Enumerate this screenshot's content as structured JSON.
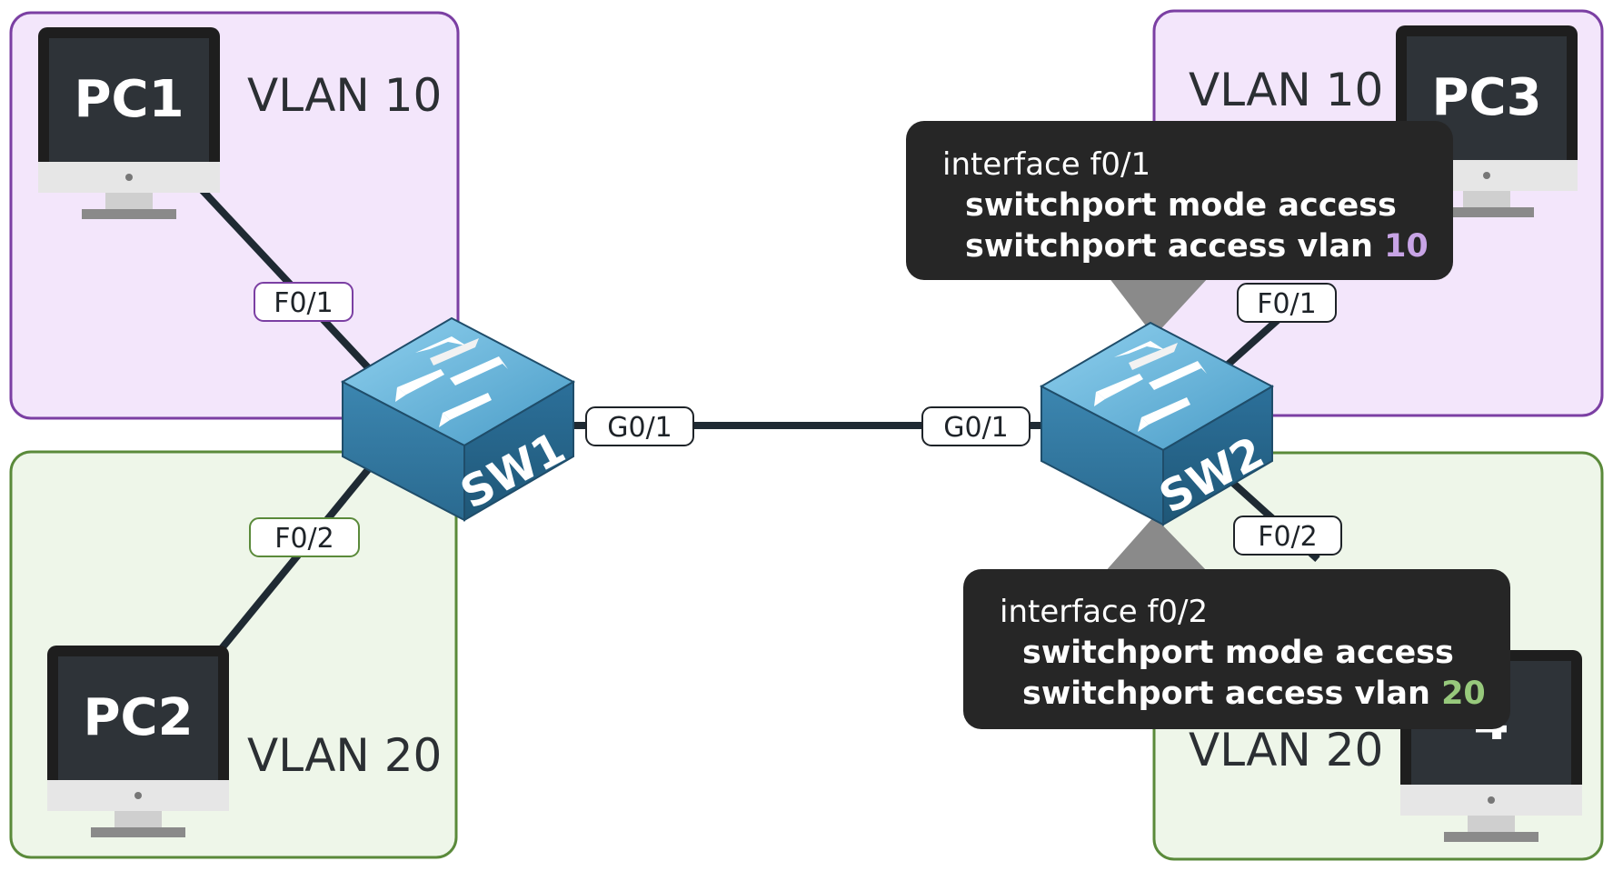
{
  "colors": {
    "vlan10_fill": "#f3e6fb",
    "vlan10_border": "#7b3fa3",
    "vlan20_fill": "#eef6e9",
    "vlan20_border": "#5a8a3a",
    "cable": "#1f2a33",
    "callout_bg": "#262626",
    "vlan10_accent": "#c8a4e6",
    "vlan20_accent": "#97c97c"
  },
  "zones": {
    "left_top_label": "VLAN 10",
    "left_bottom_label": "VLAN 20",
    "right_top_label": "VLAN 10",
    "right_bottom_label": "VLAN 20"
  },
  "devices": {
    "pc1": "PC1",
    "pc2": "PC2",
    "pc3": "PC3",
    "pc4_visible": "4",
    "sw1": "SW1",
    "sw2": "SW2"
  },
  "ports": {
    "sw1_f01": "F0/1",
    "sw1_f02": "F0/2",
    "sw1_g01": "G0/1",
    "sw2_g01": "G0/1",
    "sw2_f01": "F0/1",
    "sw2_f02": "F0/2"
  },
  "callout_top": {
    "line1": "interface f0/1",
    "line2": "switchport mode access",
    "line3_prefix": "switchport access vlan ",
    "line3_vlan": "10"
  },
  "callout_bottom": {
    "line1": "interface f0/2",
    "line2": "switchport mode access",
    "line3_prefix": "switchport access vlan ",
    "line3_vlan": "20"
  }
}
